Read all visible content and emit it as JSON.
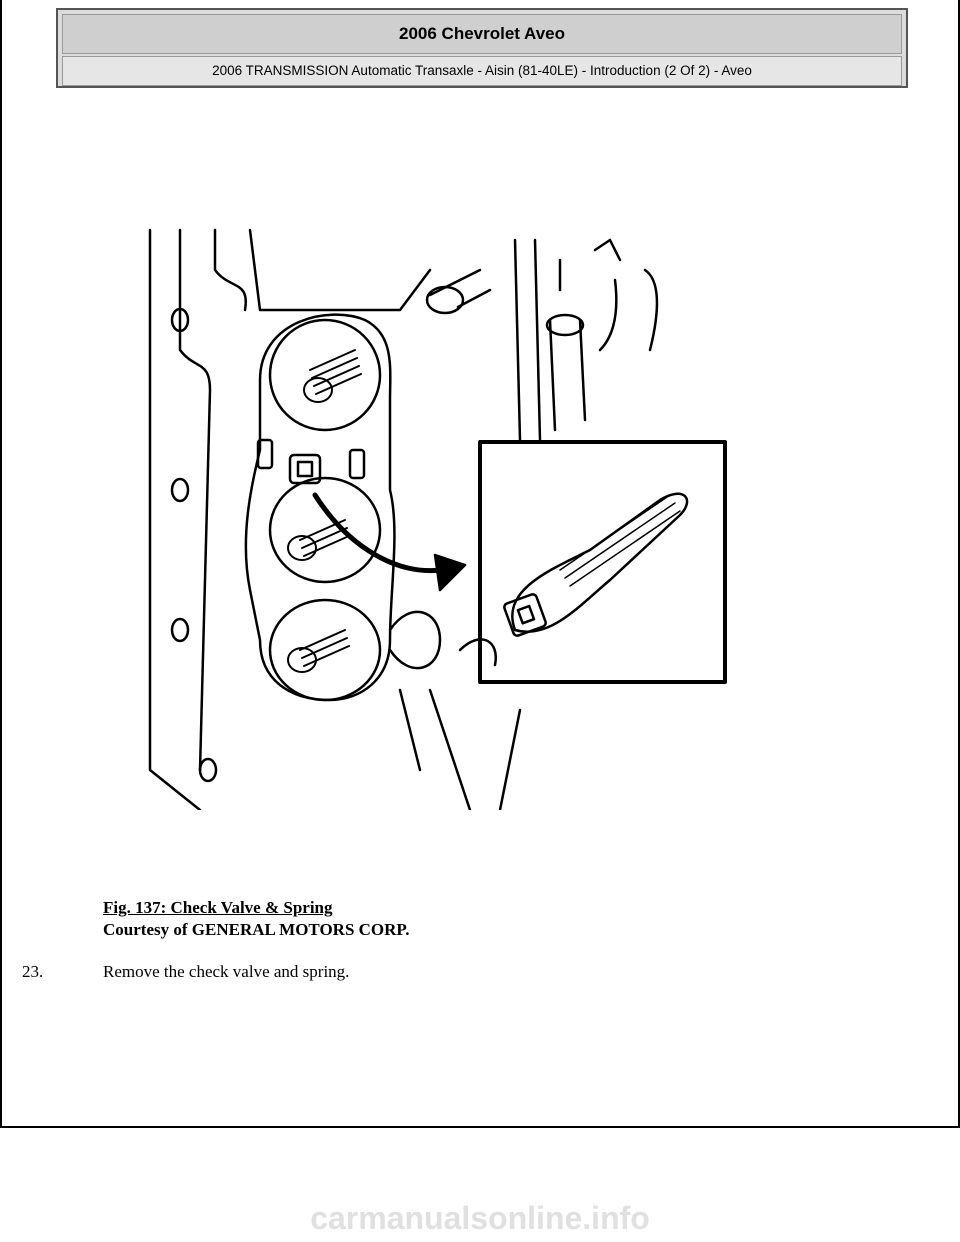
{
  "header": {
    "title": "2006 Chevrolet Aveo",
    "subtitle": "2006 TRANSMISSION Automatic Transaxle - Aisin (81-40LE) - Introduction (2 Of 2) - Aveo"
  },
  "figure": {
    "caption": "Fig. 137: Check Valve & Spring",
    "credit": "Courtesy of GENERAL MOTORS CORP."
  },
  "step": {
    "number": "23.",
    "text": "Remove the check valve and spring."
  },
  "footer": {
    "watermark": "carmanualsonline.info"
  }
}
